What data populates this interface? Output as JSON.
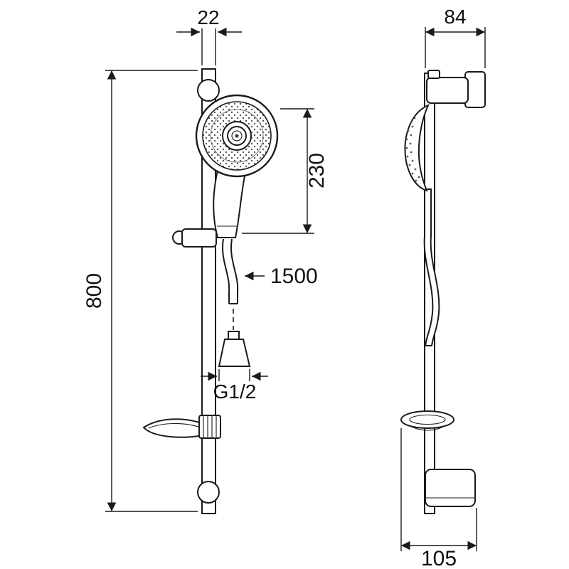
{
  "dimensions": {
    "rail_width_mm": "22",
    "bracket_depth_mm": "84",
    "handset_height_mm": "230",
    "rail_length_mm": "800",
    "hose_length_mm": "1500",
    "connection_thread": "G1/2",
    "holder_depth_mm": "105"
  },
  "colors": {
    "line": "#1a1a1a",
    "background": "#ffffff",
    "stipple": "#555555"
  }
}
